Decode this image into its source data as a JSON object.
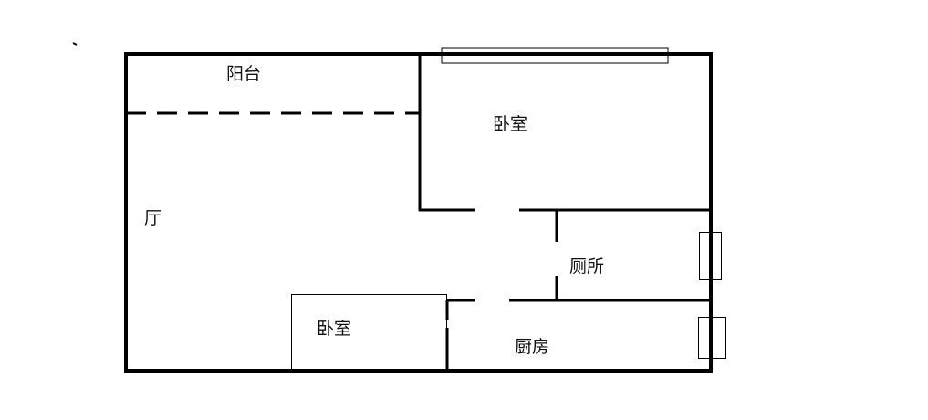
{
  "title": "Floor plan",
  "rooms": {
    "balcony": "阳台",
    "master_bedroom": "卧室",
    "living_room": "厅",
    "toilet": "厕所",
    "second_bedroom": "卧室",
    "kitchen": "厨房"
  },
  "colors": {
    "wall": "#000000",
    "background": "#ffffff"
  }
}
